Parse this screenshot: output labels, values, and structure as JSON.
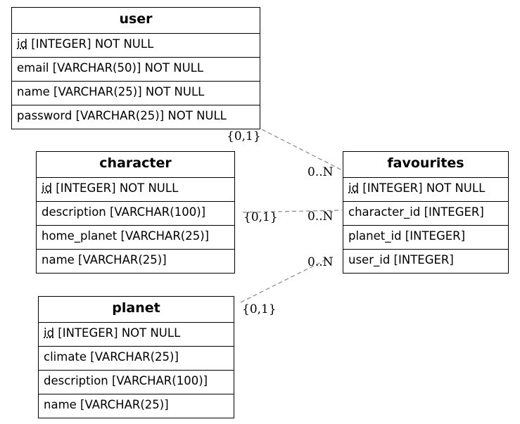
{
  "entities": {
    "user": {
      "name": "user",
      "fields": [
        {
          "key": "id",
          "rest": " [INTEGER] NOT NULL"
        },
        {
          "key": "",
          "rest": "email [VARCHAR(50)] NOT NULL"
        },
        {
          "key": "",
          "rest": "name [VARCHAR(25)] NOT NULL"
        },
        {
          "key": "",
          "rest": "password [VARCHAR(25)] NOT NULL"
        }
      ]
    },
    "character": {
      "name": "character",
      "fields": [
        {
          "key": "id",
          "rest": " [INTEGER] NOT NULL"
        },
        {
          "key": "",
          "rest": "description [VARCHAR(100)]"
        },
        {
          "key": "",
          "rest": "home_planet [VARCHAR(25)]"
        },
        {
          "key": "",
          "rest": "name [VARCHAR(25)]"
        }
      ]
    },
    "planet": {
      "name": "planet",
      "fields": [
        {
          "key": "id",
          "rest": " [INTEGER] NOT NULL"
        },
        {
          "key": "",
          "rest": "climate [VARCHAR(25)]"
        },
        {
          "key": "",
          "rest": "description [VARCHAR(100)]"
        },
        {
          "key": "",
          "rest": "name [VARCHAR(25)]"
        }
      ]
    },
    "favourites": {
      "name": "favourites",
      "fields": [
        {
          "key": "id",
          "rest": " [INTEGER] NOT NULL"
        },
        {
          "key": "",
          "rest": "character_id [INTEGER]"
        },
        {
          "key": "",
          "rest": "planet_id [INTEGER]"
        },
        {
          "key": "",
          "rest": "user_id [INTEGER]"
        }
      ]
    }
  },
  "relationships": [
    {
      "from": "user",
      "to": "favourites",
      "from_card": "{0,1}",
      "to_card": "0..N"
    },
    {
      "from": "character",
      "to": "favourites",
      "from_card": "{0,1}",
      "to_card": "0..N"
    },
    {
      "from": "planet",
      "to": "favourites",
      "from_card": "{0,1}",
      "to_card": "0..N"
    }
  ],
  "colors": {
    "line": "#888888",
    "border": "#000000"
  }
}
